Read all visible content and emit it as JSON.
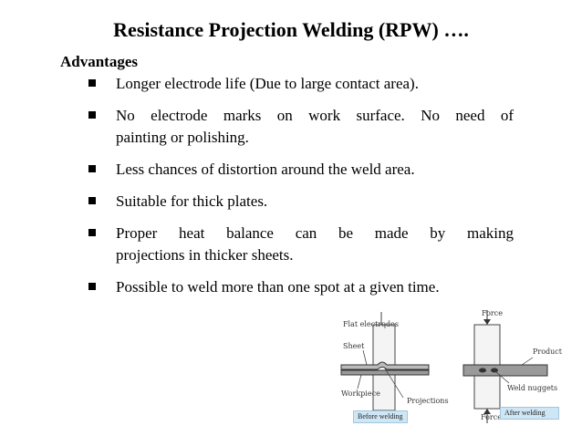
{
  "slide": {
    "title": "Resistance Projection Welding (RPW) ….",
    "subheading": "Advantages",
    "bullets": [
      "Longer electrode life (Due to large contact area).",
      "No electrode marks on work surface.  No need of painting or polishing.",
      "Less chances of distortion around the weld area.",
      "Suitable for thick plates.",
      "Proper heat balance can be made by making projections in thicker sheets.",
      "Possible to weld more than one spot at a given time."
    ],
    "bullets_split": {
      "b2_l1": "No electrode marks on work surface.  No need of",
      "b2_l2": "painting or polishing.",
      "b5_l1": "Proper heat balance can be made by making",
      "b5_l2": "projections in thicker sheets."
    }
  },
  "figure": {
    "labels": {
      "flat_electrodes": "Flat electrodes",
      "sheet": "Sheet",
      "workpiece": "Workpiece",
      "projections": "Projections",
      "force_top": "Force",
      "force_bottom": "Force",
      "product": "Product",
      "weld_nuggets": "Weld nuggets"
    },
    "captions": {
      "before": "Before welding",
      "after": "After welding"
    }
  }
}
